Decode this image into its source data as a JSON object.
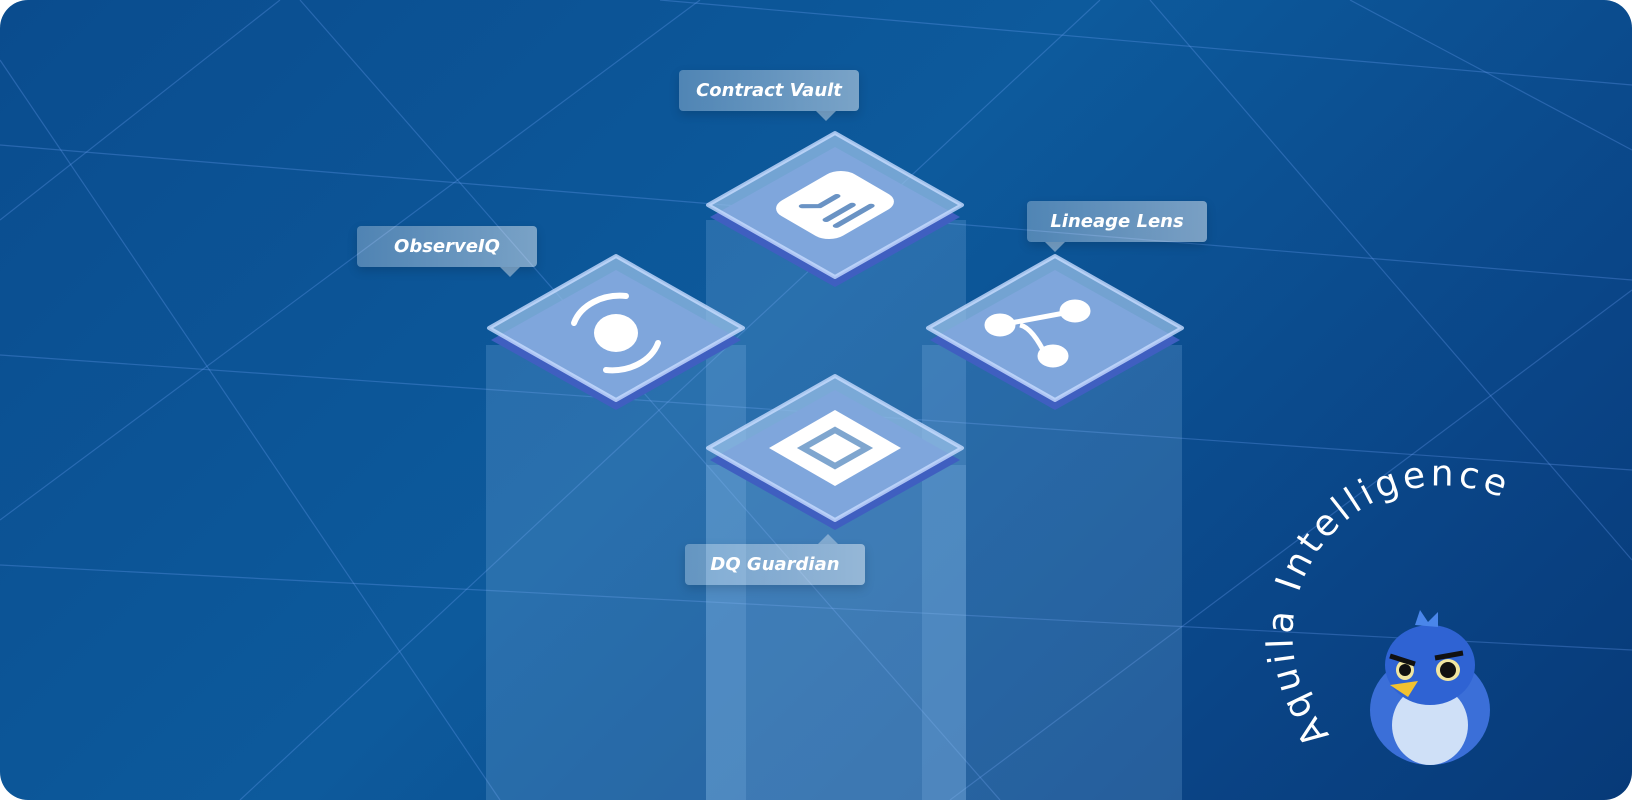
{
  "modules": [
    {
      "label": "Contract Vault",
      "icon": "document-icon"
    },
    {
      "label": "ObserveIQ",
      "icon": "observe-ring-icon"
    },
    {
      "label": "Lineage Lens",
      "icon": "lineage-graph-icon"
    },
    {
      "label": "DQ Guardian",
      "icon": "shield-square-icon"
    }
  ],
  "brand": {
    "name": "Aquila Intelligence",
    "mascot": "falcon-mascot"
  },
  "colors": {
    "background": "#0d5a9c",
    "tile": "#7fa6cf",
    "tile_edge": "#3f5fc0"
  }
}
